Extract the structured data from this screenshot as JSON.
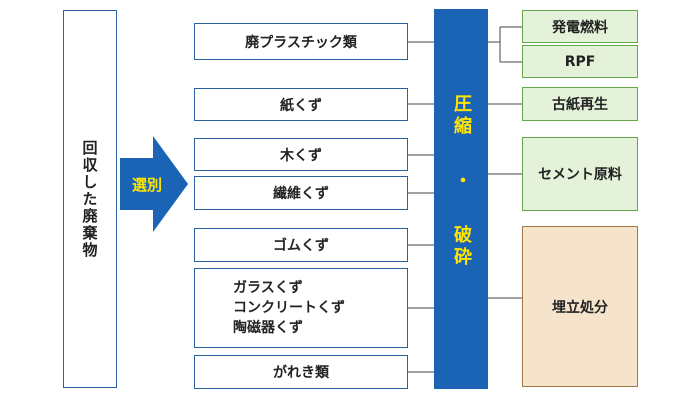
{
  "source": {
    "label": "回収した廃棄物"
  },
  "sort_step": {
    "label": "選別"
  },
  "categories": [
    {
      "label": "廃プラスチック類"
    },
    {
      "label": "紙くず"
    },
    {
      "label": "木くず"
    },
    {
      "label": "繊維くず"
    },
    {
      "label": "ゴムくず"
    },
    {
      "lines": [
        "ガラスくず",
        "コンクリートくず",
        "陶磁器くず"
      ]
    },
    {
      "label": "がれき類"
    }
  ],
  "process": {
    "part1": "圧縮",
    "dot": "・",
    "part2": "破砕"
  },
  "outputs": [
    {
      "label": "発電燃料"
    },
    {
      "label": "RPF"
    },
    {
      "label": "古紙再生"
    },
    {
      "label": "セメント原料"
    },
    {
      "label": "埋立処分"
    }
  ],
  "colors": {
    "box_border": "#2a5fa0",
    "process_fill": "#1b63b4",
    "process_text": "#ffe600",
    "green_fill": "#e3f2d8",
    "green_border": "#63a74a",
    "tan_fill": "#f5e3cc",
    "tan_border": "#a0774a",
    "arrow_fill": "#1b63b4"
  }
}
